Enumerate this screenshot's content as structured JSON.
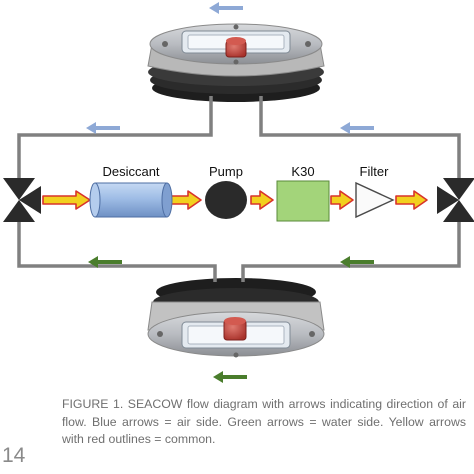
{
  "labels": {
    "desiccant": "Desiccant",
    "pump": "Pump",
    "k30": "K30",
    "filter": "Filter"
  },
  "caption": "FIGURE 1. SEACOW flow diagram with arrows indicating direction of air flow. Blue arrows = air side. Green arrows = water side. Yellow arrows with red outlines = common.",
  "page_number": "14",
  "legend": {
    "air_side": "Blue arrows = air side",
    "water_side": "Green arrows = water side",
    "common": "Yellow arrows with red outlines = common"
  },
  "colors": {
    "air_arrow": "#8ea9d6",
    "water_arrow": "#4a7d2c",
    "common_fill": "#f2d01e",
    "common_outline": "#d8332b",
    "desiccant_fill": "#9fbde6",
    "k30_fill": "#a3d47a",
    "pump_fill": "#2a2a2a",
    "tube": "#808080"
  }
}
